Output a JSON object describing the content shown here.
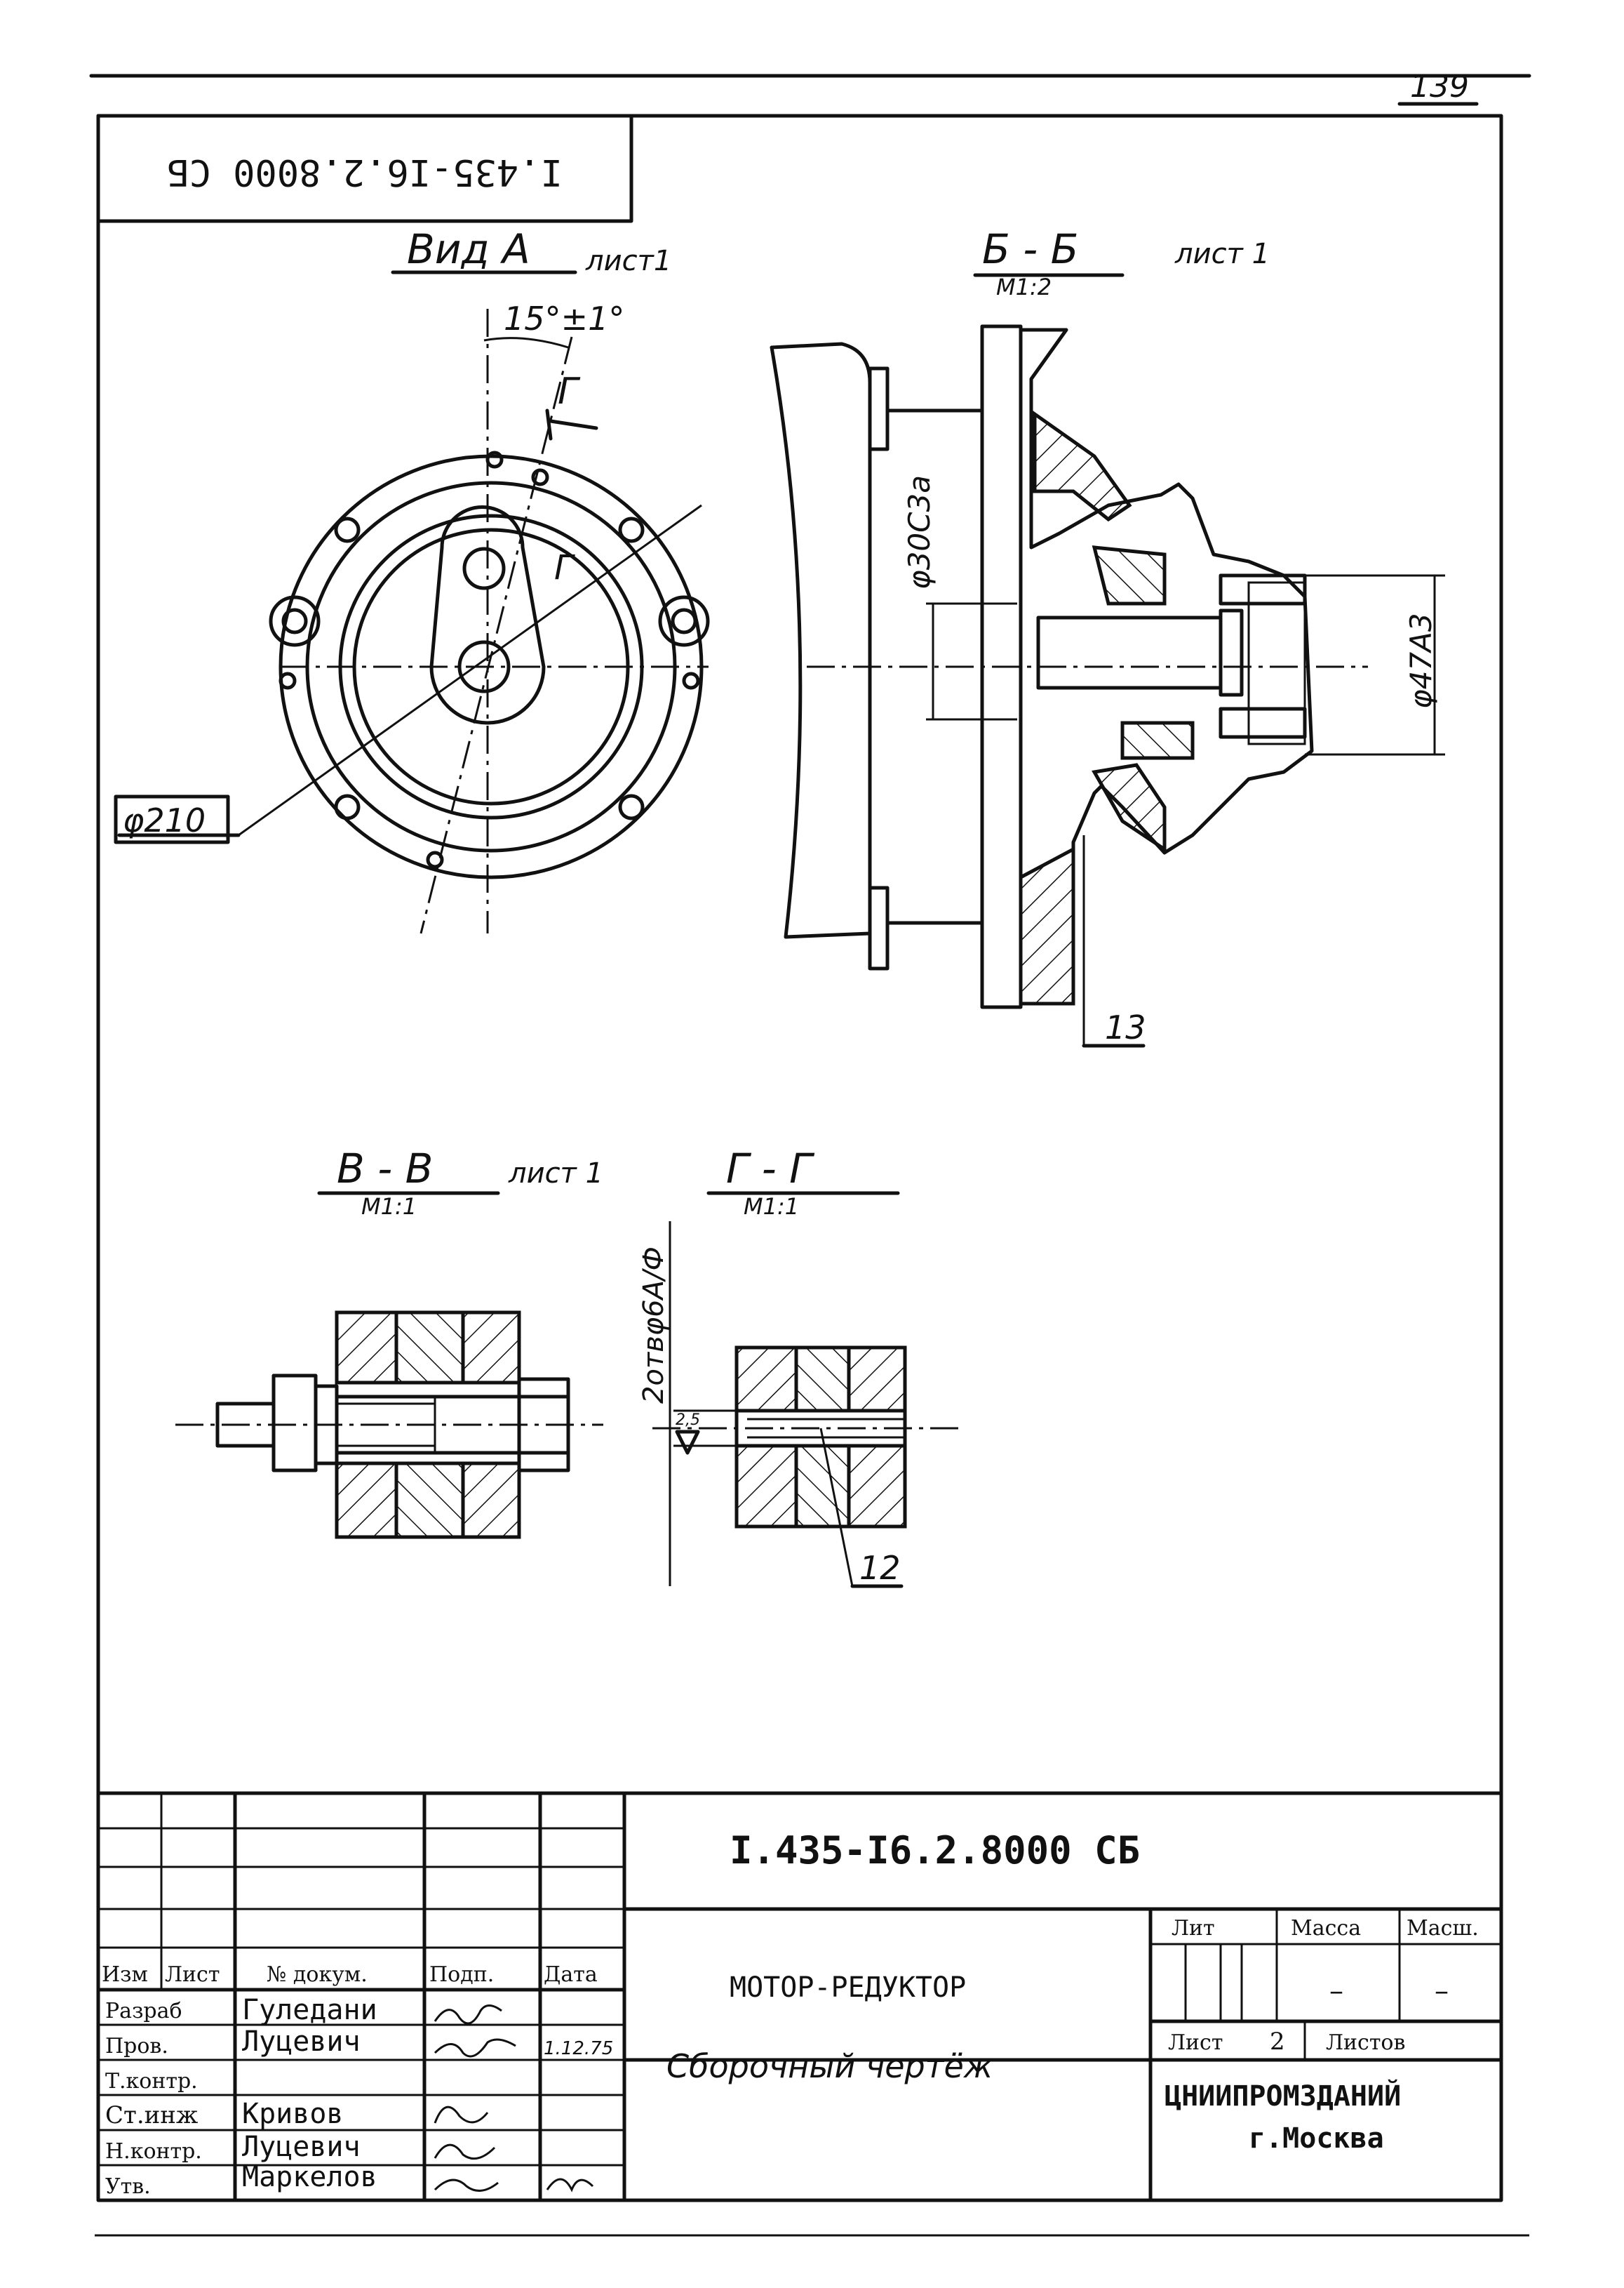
{
  "page_number": "139",
  "doc_code_rotated": "I.435-I6.2.8000 СБ",
  "views": {
    "view_a": {
      "title": "Вид А",
      "sheet": "лист1",
      "angle": "15°±1°",
      "section_mark": "Г",
      "diameter": "φ210"
    },
    "section_bb": {
      "title": "Б - Б",
      "scale": "M1:2",
      "sheet": "лист 1",
      "dim_1": "φ30С3а",
      "dim_2": "φ47А3",
      "callout": "13"
    },
    "section_vv": {
      "title": "В - В",
      "scale": "M1:1",
      "sheet": "лист 1"
    },
    "section_gg": {
      "title": "Г - Г",
      "scale": "M1:1",
      "note": "2отвφ6А/Ф",
      "roughness": "2,5",
      "callout": "12"
    }
  },
  "title_block": {
    "doc_code": "I.435-I6.2.8000 СБ",
    "product": "МОТОР-РЕДУКТОР",
    "doc_type": "Сборочный чертёж",
    "headers": {
      "izm": "Изм",
      "list": "Лист",
      "doc_no": "№ докум.",
      "sign": "Подп.",
      "date": "Дата"
    },
    "roles": [
      {
        "role": "Разраб",
        "name": "Гуледани",
        "date": ""
      },
      {
        "role": "Пров.",
        "name": "Луцевич",
        "date": "1.12.75"
      },
      {
        "role": "Т.контр.",
        "name": "",
        "date": ""
      },
      {
        "role": "Ст.инж",
        "name": "Кривов",
        "date": ""
      },
      {
        "role": "Н.контр.",
        "name": "Луцевич",
        "date": ""
      },
      {
        "role": "Утв.",
        "name": "Маркелов",
        "date": ""
      }
    ],
    "lit_label": "Лит",
    "mass_label": "Масса",
    "scale_label": "Масш.",
    "mass_value": "–",
    "scale_value": "–",
    "sheet_label": "Лист",
    "sheet_value": "2",
    "sheets_label": "Листов",
    "organization": "ЦНИИПРОМЗДАНИЙ",
    "city": "г.Москва"
  }
}
